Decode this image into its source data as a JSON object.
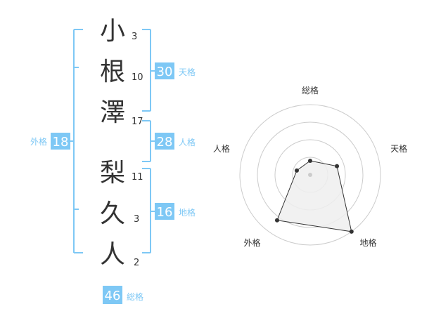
{
  "colors": {
    "accent": "#7ec8f5",
    "text": "#333333",
    "grid": "#cccccc",
    "polygon_fill": "#eeeeee",
    "polygon_stroke": "#333333"
  },
  "characters": [
    {
      "char": "小",
      "strokes": "3"
    },
    {
      "char": "根",
      "strokes": "10"
    },
    {
      "char": "澤",
      "strokes": "17"
    },
    {
      "char": "梨",
      "strokes": "11"
    },
    {
      "char": "久",
      "strokes": "3"
    },
    {
      "char": "人",
      "strokes": "2"
    }
  ],
  "scores": {
    "tenkaku": {
      "value": "30",
      "label": "天格"
    },
    "jinkaku": {
      "value": "28",
      "label": "人格"
    },
    "chikaku": {
      "value": "16",
      "label": "地格"
    },
    "gaikaku": {
      "value": "18",
      "label": "外格"
    },
    "soukaku": {
      "value": "46",
      "label": "総格"
    }
  },
  "chart_data": {
    "type": "radar",
    "axes": [
      "総格",
      "天格",
      "地格",
      "外格",
      "人格"
    ],
    "max": 5,
    "rings": 4,
    "values": [
      1,
      2,
      5,
      4,
      1
    ]
  }
}
